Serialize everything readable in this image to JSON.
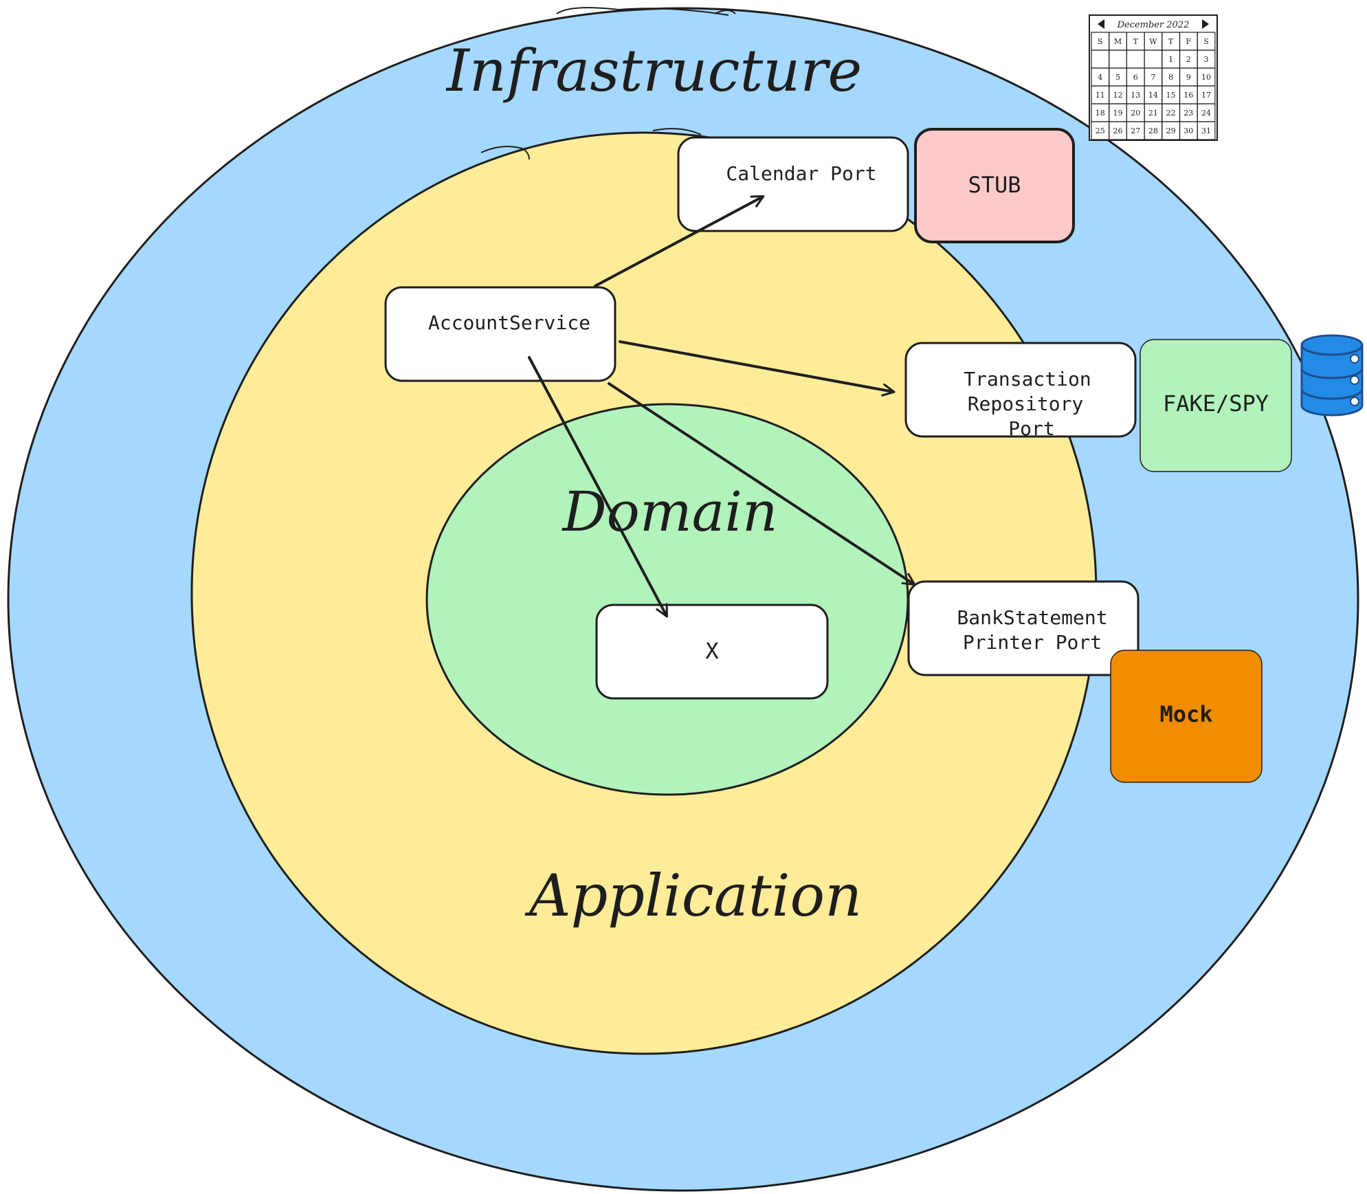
{
  "layers": {
    "infrastructure": {
      "label": "Infrastructure",
      "color": "#a5d8ff"
    },
    "application": {
      "label": "Application",
      "color": "#ffec99"
    },
    "domain": {
      "label": "Domain",
      "color": "#b2f2bb"
    }
  },
  "nodes": {
    "account_service": "AccountService",
    "calendar_port": "Calendar Port",
    "transaction_port": [
      "Transaction",
      "Repository",
      "Port"
    ],
    "bank_statement_port": [
      "BankStatement",
      "Printer Port"
    ],
    "domain_x": "X"
  },
  "doubles": {
    "stub": {
      "label": "STUB",
      "color": "#ffc9c9"
    },
    "fake_spy": {
      "label": "FAKE/SPY",
      "color": "#b2f2bb"
    },
    "mock": {
      "label": "Mock",
      "color": "#f08c00"
    }
  },
  "edges": [
    {
      "from": "account_service",
      "to": "calendar_port"
    },
    {
      "from": "account_service",
      "to": "transaction_port"
    },
    {
      "from": "account_service",
      "to": "bank_statement_port"
    },
    {
      "from": "account_service",
      "to": "domain_x"
    }
  ],
  "calendar": {
    "title": "December 2022",
    "weekdays": [
      "S",
      "M",
      "T",
      "W",
      "T",
      "F",
      "S"
    ],
    "weeks": [
      [
        "",
        "",
        "",
        "",
        "1",
        "2",
        "3"
      ],
      [
        "4",
        "5",
        "6",
        "7",
        "8",
        "9",
        "10"
      ],
      [
        "11",
        "12",
        "13",
        "14",
        "15",
        "16",
        "17"
      ],
      [
        "18",
        "19",
        "20",
        "21",
        "22",
        "23",
        "24"
      ],
      [
        "25",
        "26",
        "27",
        "28",
        "29",
        "30",
        "31"
      ]
    ]
  },
  "icons": {
    "calendar": "calendar-icon",
    "database": "database-icon"
  },
  "colors": {
    "stroke": "#1e1e1e",
    "database": "#228be6"
  }
}
